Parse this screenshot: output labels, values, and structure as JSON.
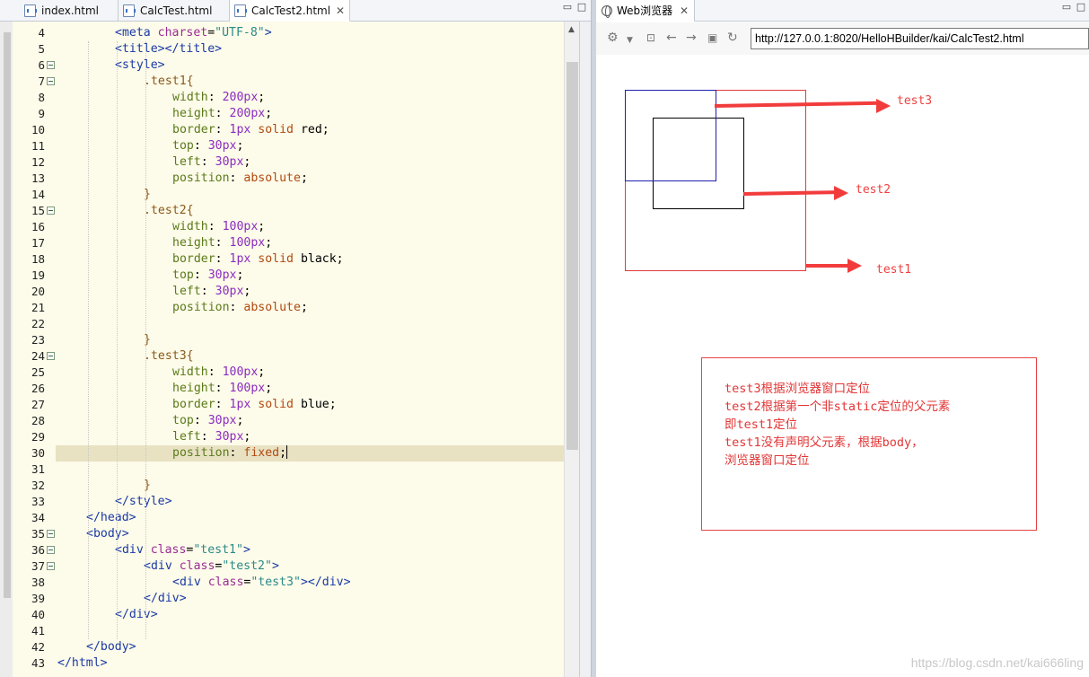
{
  "editor": {
    "tabs": [
      {
        "label": "index.html",
        "active": false
      },
      {
        "label": "CalcTest.html",
        "active": false
      },
      {
        "label": "CalcTest2.html",
        "active": true
      }
    ],
    "current_line": 30,
    "lines": [
      {
        "n": 4,
        "indent": 2,
        "fold": false,
        "tokens": [
          [
            "tag",
            "<meta "
          ],
          [
            "attr",
            "charset"
          ],
          [
            "punc",
            "="
          ],
          [
            "str",
            "\"UTF-8\""
          ],
          [
            "tag",
            ">"
          ]
        ]
      },
      {
        "n": 5,
        "indent": 2,
        "fold": false,
        "tokens": [
          [
            "tag",
            "<title></title>"
          ]
        ]
      },
      {
        "n": 6,
        "indent": 2,
        "fold": true,
        "tokens": [
          [
            "tag",
            "<style>"
          ]
        ]
      },
      {
        "n": 7,
        "indent": 3,
        "fold": true,
        "tokens": [
          [
            "sel",
            ".test1{"
          ]
        ]
      },
      {
        "n": 8,
        "indent": 4,
        "fold": false,
        "tokens": [
          [
            "prop",
            "width"
          ],
          [
            "punc",
            ": "
          ],
          [
            "num",
            "200px"
          ],
          [
            "punc",
            ";"
          ]
        ]
      },
      {
        "n": 9,
        "indent": 4,
        "fold": false,
        "tokens": [
          [
            "prop",
            "height"
          ],
          [
            "punc",
            ": "
          ],
          [
            "num",
            "200px"
          ],
          [
            "punc",
            ";"
          ]
        ]
      },
      {
        "n": 10,
        "indent": 4,
        "fold": false,
        "tokens": [
          [
            "prop",
            "border"
          ],
          [
            "punc",
            ": "
          ],
          [
            "num",
            "1px "
          ],
          [
            "kw",
            "solid "
          ],
          [
            "punc",
            "red;"
          ]
        ]
      },
      {
        "n": 11,
        "indent": 4,
        "fold": false,
        "tokens": [
          [
            "prop",
            "top"
          ],
          [
            "punc",
            ": "
          ],
          [
            "num",
            "30px"
          ],
          [
            "punc",
            ";"
          ]
        ]
      },
      {
        "n": 12,
        "indent": 4,
        "fold": false,
        "tokens": [
          [
            "prop",
            "left"
          ],
          [
            "punc",
            ": "
          ],
          [
            "num",
            "30px"
          ],
          [
            "punc",
            ";"
          ]
        ]
      },
      {
        "n": 13,
        "indent": 4,
        "fold": false,
        "tokens": [
          [
            "prop",
            "position"
          ],
          [
            "punc",
            ": "
          ],
          [
            "kw",
            "absolute"
          ],
          [
            "punc",
            ";"
          ]
        ]
      },
      {
        "n": 14,
        "indent": 3,
        "fold": false,
        "tokens": [
          [
            "sel",
            "}"
          ]
        ]
      },
      {
        "n": 15,
        "indent": 3,
        "fold": true,
        "tokens": [
          [
            "sel",
            ".test2{"
          ]
        ]
      },
      {
        "n": 16,
        "indent": 4,
        "fold": false,
        "tokens": [
          [
            "prop",
            "width"
          ],
          [
            "punc",
            ": "
          ],
          [
            "num",
            "100px"
          ],
          [
            "punc",
            ";"
          ]
        ]
      },
      {
        "n": 17,
        "indent": 4,
        "fold": false,
        "tokens": [
          [
            "prop",
            "height"
          ],
          [
            "punc",
            ": "
          ],
          [
            "num",
            "100px"
          ],
          [
            "punc",
            ";"
          ]
        ]
      },
      {
        "n": 18,
        "indent": 4,
        "fold": false,
        "tokens": [
          [
            "prop",
            "border"
          ],
          [
            "punc",
            ": "
          ],
          [
            "num",
            "1px "
          ],
          [
            "kw",
            "solid "
          ],
          [
            "punc",
            "black;"
          ]
        ]
      },
      {
        "n": 19,
        "indent": 4,
        "fold": false,
        "tokens": [
          [
            "prop",
            "top"
          ],
          [
            "punc",
            ": "
          ],
          [
            "num",
            "30px"
          ],
          [
            "punc",
            ";"
          ]
        ]
      },
      {
        "n": 20,
        "indent": 4,
        "fold": false,
        "tokens": [
          [
            "prop",
            "left"
          ],
          [
            "punc",
            ": "
          ],
          [
            "num",
            "30px"
          ],
          [
            "punc",
            ";"
          ]
        ]
      },
      {
        "n": 21,
        "indent": 4,
        "fold": false,
        "tokens": [
          [
            "prop",
            "position"
          ],
          [
            "punc",
            ": "
          ],
          [
            "kw",
            "absolute"
          ],
          [
            "punc",
            ";"
          ]
        ]
      },
      {
        "n": 22,
        "indent": 4,
        "fold": false,
        "tokens": []
      },
      {
        "n": 23,
        "indent": 3,
        "fold": false,
        "tokens": [
          [
            "sel",
            "}"
          ]
        ]
      },
      {
        "n": 24,
        "indent": 3,
        "fold": true,
        "tokens": [
          [
            "sel",
            ".test3{"
          ]
        ]
      },
      {
        "n": 25,
        "indent": 4,
        "fold": false,
        "tokens": [
          [
            "prop",
            "width"
          ],
          [
            "punc",
            ": "
          ],
          [
            "num",
            "100px"
          ],
          [
            "punc",
            ";"
          ]
        ]
      },
      {
        "n": 26,
        "indent": 4,
        "fold": false,
        "tokens": [
          [
            "prop",
            "height"
          ],
          [
            "punc",
            ": "
          ],
          [
            "num",
            "100px"
          ],
          [
            "punc",
            ";"
          ]
        ]
      },
      {
        "n": 27,
        "indent": 4,
        "fold": false,
        "tokens": [
          [
            "prop",
            "border"
          ],
          [
            "punc",
            ": "
          ],
          [
            "num",
            "1px "
          ],
          [
            "kw",
            "solid "
          ],
          [
            "punc",
            "blue;"
          ]
        ]
      },
      {
        "n": 28,
        "indent": 4,
        "fold": false,
        "tokens": [
          [
            "prop",
            "top"
          ],
          [
            "punc",
            ": "
          ],
          [
            "num",
            "30px"
          ],
          [
            "punc",
            ";"
          ]
        ]
      },
      {
        "n": 29,
        "indent": 4,
        "fold": false,
        "tokens": [
          [
            "prop",
            "left"
          ],
          [
            "punc",
            ": "
          ],
          [
            "num",
            "30px"
          ],
          [
            "punc",
            ";"
          ]
        ]
      },
      {
        "n": 30,
        "indent": 4,
        "fold": false,
        "tokens": [
          [
            "prop",
            "position"
          ],
          [
            "punc",
            ": "
          ],
          [
            "kw",
            "fixed"
          ],
          [
            "punc",
            ";"
          ]
        ]
      },
      {
        "n": 31,
        "indent": 4,
        "fold": false,
        "tokens": []
      },
      {
        "n": 32,
        "indent": 3,
        "fold": false,
        "tokens": [
          [
            "sel",
            "}"
          ]
        ]
      },
      {
        "n": 33,
        "indent": 2,
        "fold": false,
        "tokens": [
          [
            "tag",
            "</style>"
          ]
        ]
      },
      {
        "n": 34,
        "indent": 1,
        "fold": false,
        "tokens": [
          [
            "tag",
            "</head>"
          ]
        ]
      },
      {
        "n": 35,
        "indent": 1,
        "fold": true,
        "tokens": [
          [
            "tag",
            "<body>"
          ]
        ]
      },
      {
        "n": 36,
        "indent": 2,
        "fold": true,
        "tokens": [
          [
            "tag",
            "<div "
          ],
          [
            "attr",
            "class"
          ],
          [
            "punc",
            "="
          ],
          [
            "str",
            "\"test1\""
          ],
          [
            "tag",
            ">"
          ]
        ]
      },
      {
        "n": 37,
        "indent": 3,
        "fold": true,
        "tokens": [
          [
            "tag",
            "<div "
          ],
          [
            "attr",
            "class"
          ],
          [
            "punc",
            "="
          ],
          [
            "str",
            "\"test2\""
          ],
          [
            "tag",
            ">"
          ]
        ]
      },
      {
        "n": 38,
        "indent": 4,
        "fold": false,
        "tokens": [
          [
            "tag",
            "<div "
          ],
          [
            "attr",
            "class"
          ],
          [
            "punc",
            "="
          ],
          [
            "str",
            "\"test3\""
          ],
          [
            "tag",
            "></div>"
          ]
        ]
      },
      {
        "n": 39,
        "indent": 3,
        "fold": false,
        "tokens": [
          [
            "tag",
            "</div>"
          ]
        ]
      },
      {
        "n": 40,
        "indent": 2,
        "fold": false,
        "tokens": [
          [
            "tag",
            "</div>"
          ]
        ]
      },
      {
        "n": 41,
        "indent": 2,
        "fold": false,
        "tokens": []
      },
      {
        "n": 42,
        "indent": 1,
        "fold": false,
        "tokens": [
          [
            "tag",
            "</body>"
          ]
        ]
      },
      {
        "n": 43,
        "indent": 0,
        "fold": false,
        "tokens": [
          [
            "tag",
            "</html>"
          ]
        ]
      }
    ]
  },
  "browser": {
    "tab_label": "Web浏览器",
    "url": "http://127.0.0.1:8020/HelloHBuilder/kai/CalcTest2.html",
    "toolbar_icons": [
      "gear-icon",
      "dropdown-icon",
      "console-icon",
      "back-icon",
      "forward-icon",
      "stop-icon",
      "refresh-icon"
    ],
    "labels": {
      "test3": "test3",
      "test2": "test2",
      "test1": "test1"
    },
    "note_lines": [
      "test3根据浏览器窗口定位",
      "test2根据第一个非static定位的父元素",
      "即test1定位",
      "test1没有声明父元素，根据body，",
      "浏览器窗口定位"
    ],
    "colors": {
      "test1": "#e23a3a",
      "test2": "#000000",
      "test3": "#1f1fb0",
      "arrow": "#f23c3c"
    }
  },
  "watermark": "https://blog.csdn.net/kai666ling"
}
